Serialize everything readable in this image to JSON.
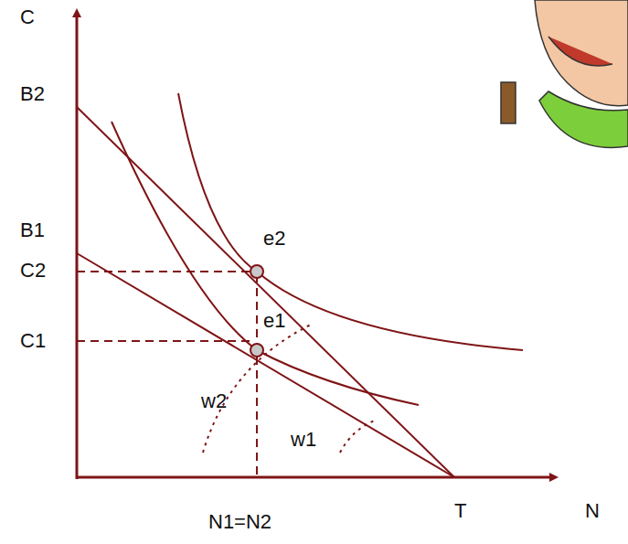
{
  "diagram": {
    "labels": [
      "C",
      "B2",
      "B1",
      "e2",
      "C2",
      "e1",
      "C1",
      "w2",
      "w1",
      "N1=N2",
      "T",
      "N"
    ]
  }
}
